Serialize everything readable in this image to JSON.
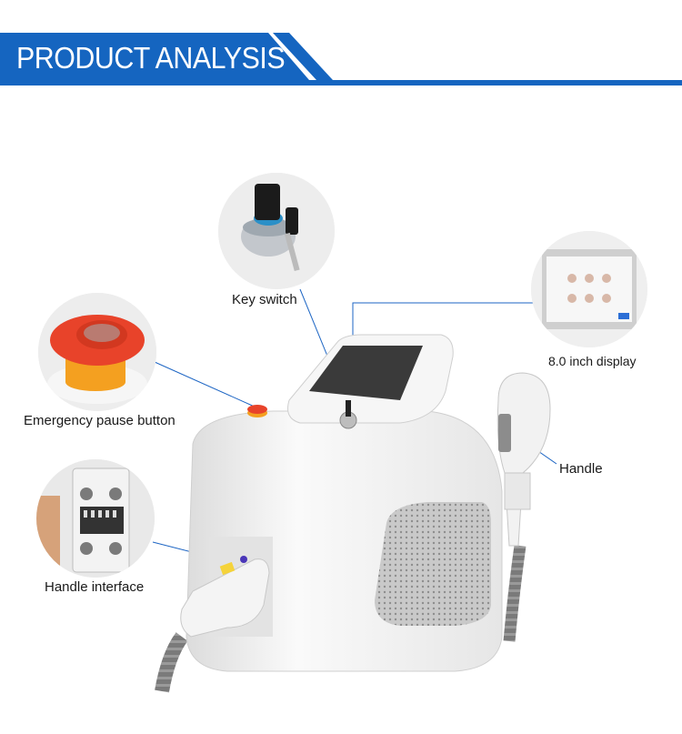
{
  "header": {
    "title": "PRODUCT ANALYSIS",
    "accent_color": "#1565c0"
  },
  "callouts": {
    "key_switch": "Key switch",
    "display": "8.0 inch display",
    "emergency": "Emergency pause button",
    "handle": "Handle",
    "handle_interface": "Handle interface"
  },
  "colors": {
    "leader_line": "#1e66c4",
    "stop_button": "#e8432a",
    "stop_base": "#f4a020"
  }
}
